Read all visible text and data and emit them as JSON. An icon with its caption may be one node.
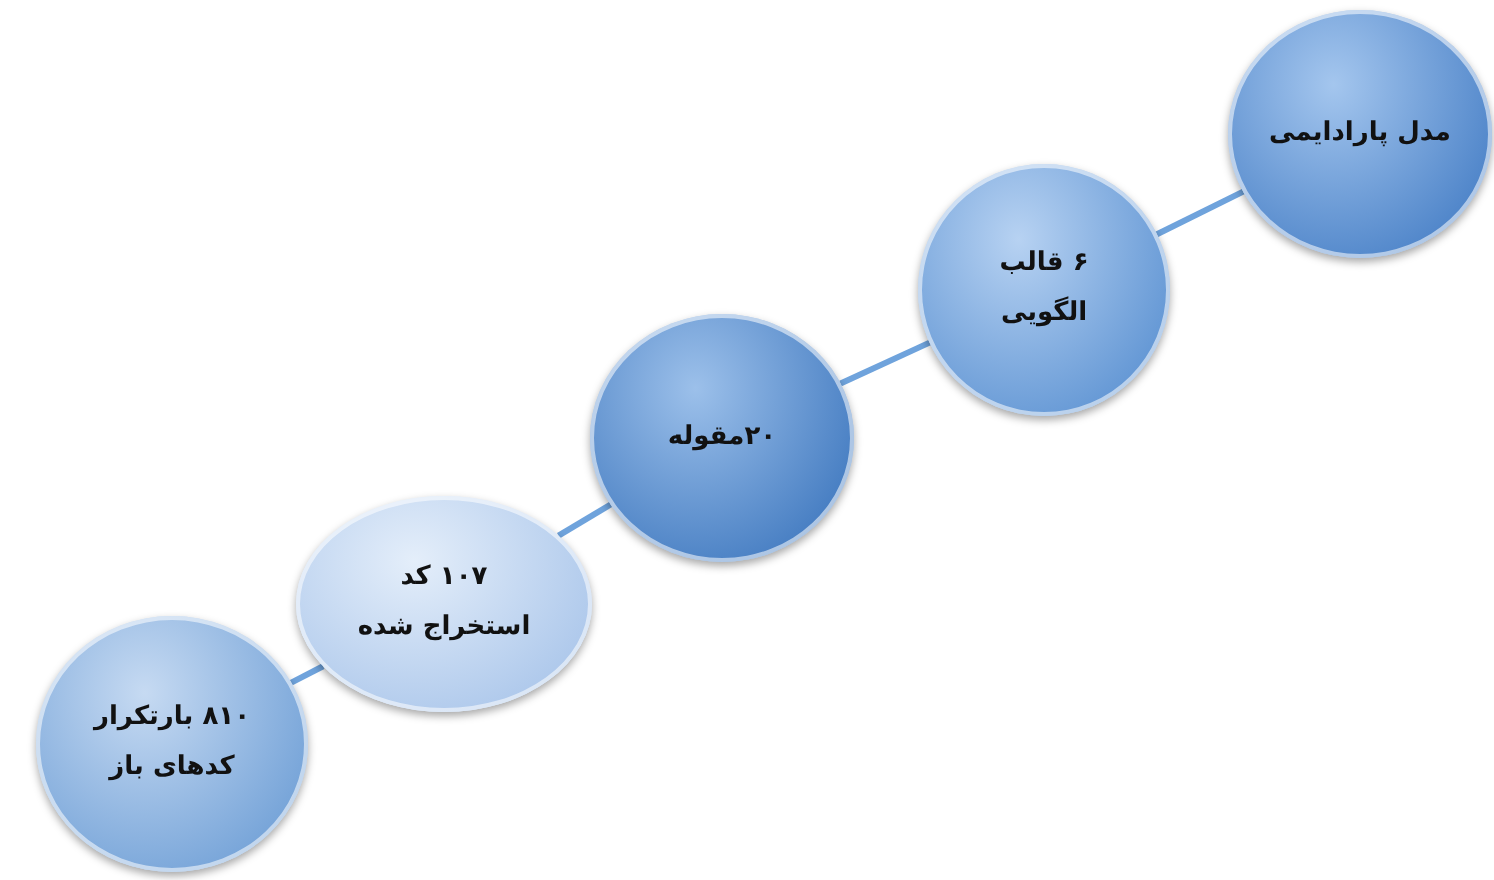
{
  "diagram": {
    "nodes": [
      {
        "text": [
          "۸۱۰ بارتکرار کدهای باز"
        ]
      },
      {
        "text": [
          "۱۰۷ کد استخراج شده"
        ]
      },
      {
        "text": [
          "۲۰مقوله"
        ]
      },
      {
        "text": [
          "۶ قالب الگویی"
        ]
      },
      {
        "text": [
          "مدل پارادایمی"
        ]
      }
    ],
    "edges": [
      {
        "from": 0,
        "to": 1,
        "arrow": "none"
      },
      {
        "from": 1,
        "to": 2,
        "arrow": "none"
      },
      {
        "from": 2,
        "to": 3,
        "arrow": "none"
      },
      {
        "from": 3,
        "to": 4,
        "arrow": "none"
      }
    ]
  }
}
